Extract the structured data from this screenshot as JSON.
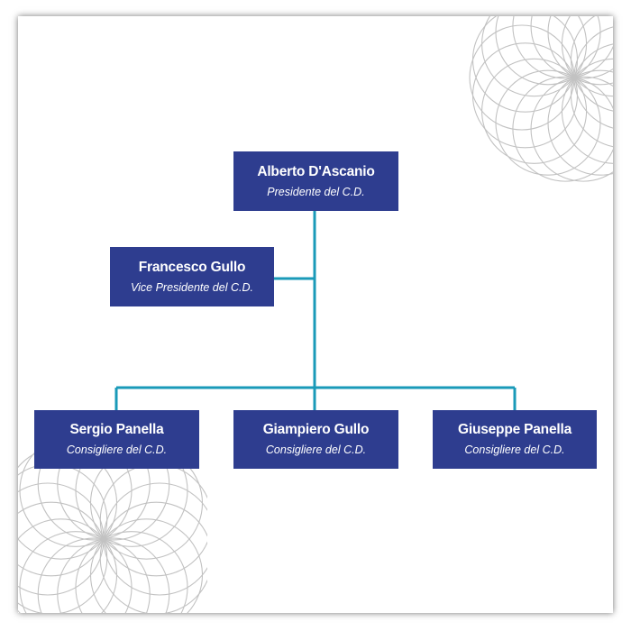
{
  "colors": {
    "node_fill": "#2e3d8f",
    "node_text": "#ffffff",
    "connector": "#1a9ab8",
    "decoration": "#c2c2c2"
  },
  "org_chart": {
    "president": {
      "name": "Alberto D'Ascanio",
      "role": "Presidente del C.D."
    },
    "vice_president": {
      "name": "Francesco Gullo",
      "role": "Vice Presidente del C.D."
    },
    "councillors": [
      {
        "name": "Sergio Panella",
        "role": "Consigliere del C.D."
      },
      {
        "name": "Giampiero Gullo",
        "role": "Consigliere del C.D."
      },
      {
        "name": "Giuseppe Panella",
        "role": "Consigliere del C.D."
      }
    ]
  }
}
